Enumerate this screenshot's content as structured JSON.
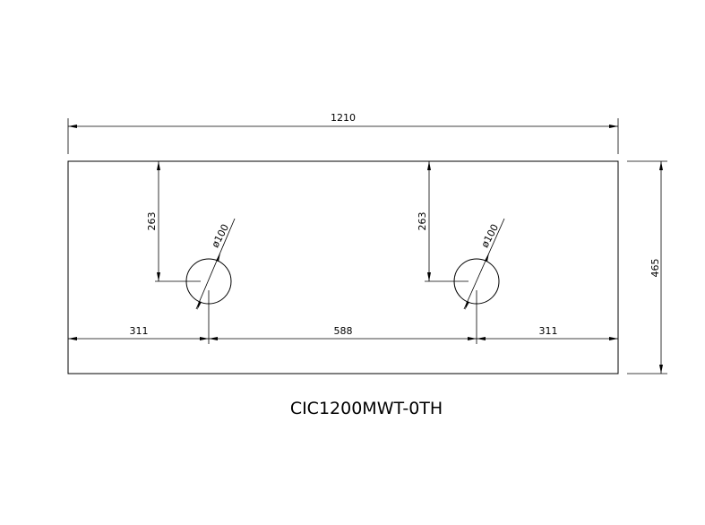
{
  "dimensions": {
    "overall_width": "1210",
    "overall_depth": "465",
    "left_hole_from_back": "263",
    "right_hole_from_back": "263",
    "left_hole_diameter": "ø100",
    "right_hole_diameter": "ø100",
    "left_offset": "311",
    "center_spacing": "588",
    "right_offset": "311"
  },
  "model_code": "CIC1200MWT-0TH",
  "colors": {
    "line": "#000000",
    "background": "#ffffff"
  }
}
